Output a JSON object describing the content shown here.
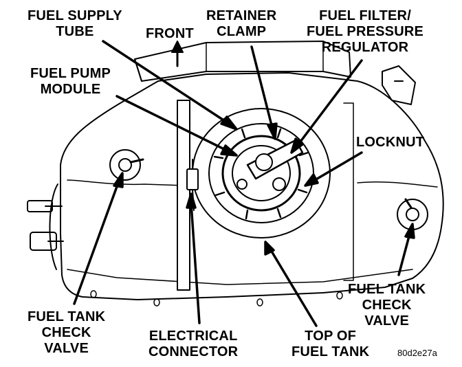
{
  "labels": {
    "fuel_supply_tube": [
      "FUEL SUPPLY",
      "TUBE"
    ],
    "retainer_clamp": [
      "RETAINER",
      "CLAMP"
    ],
    "fuel_filter_regulator": [
      "FUEL FILTER/",
      "FUEL PRESSURE",
      "REGULATOR"
    ],
    "front": "FRONT",
    "fuel_pump_module": [
      "FUEL PUMP",
      "MODULE"
    ],
    "locknut": "LOCKNUT",
    "check_valve_right": [
      "FUEL TANK",
      "CHECK",
      "VALVE"
    ],
    "check_valve_left": [
      "FUEL TANK",
      "CHECK",
      "VALVE"
    ],
    "electrical_connector": [
      "ELECTRICAL",
      "CONNECTOR"
    ],
    "top_of_fuel_tank": [
      "TOP OF",
      "FUEL TANK"
    ],
    "figure_code": "80d2e27a"
  },
  "colors": {
    "ink": "#000000",
    "paper": "#ffffff",
    "shade": "#d8d8d8"
  }
}
